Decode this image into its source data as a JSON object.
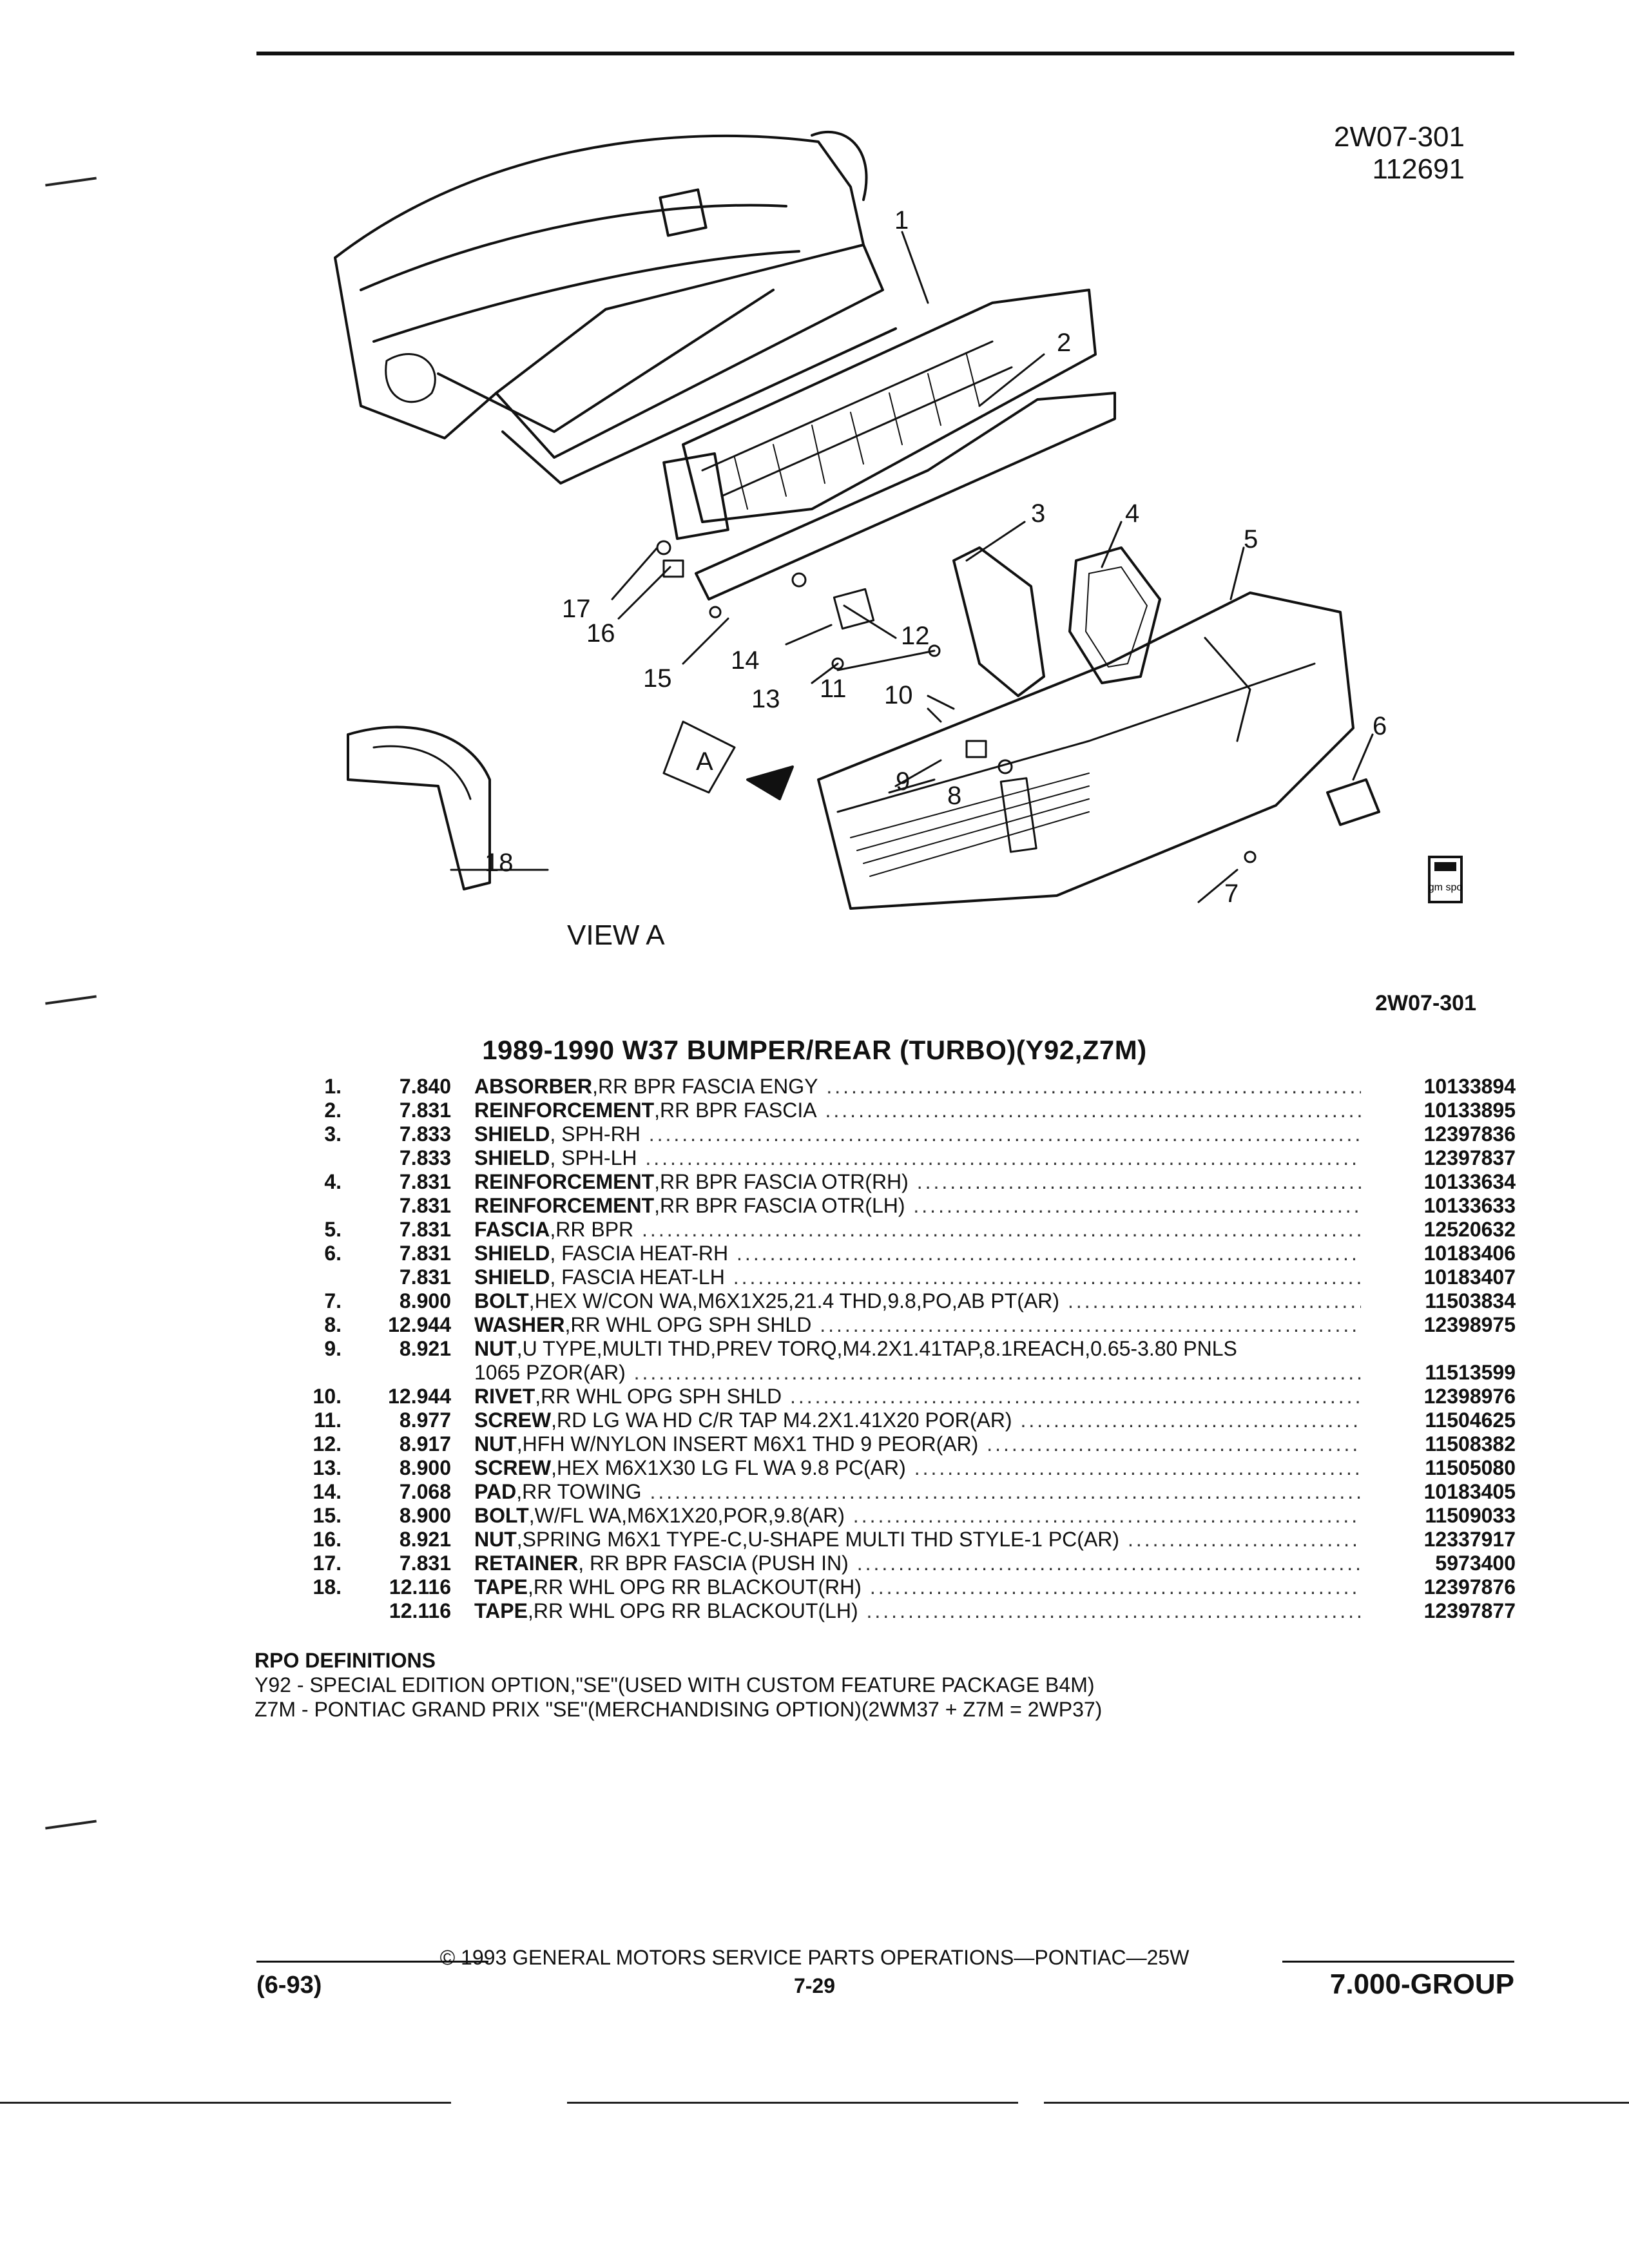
{
  "header": {
    "ref_line1": "2W07-301",
    "ref_line2": "112691"
  },
  "diagram": {
    "callouts": [
      "1",
      "2",
      "3",
      "4",
      "5",
      "6",
      "7",
      "8",
      "9",
      "10",
      "11",
      "12",
      "13",
      "14",
      "15",
      "16",
      "17",
      "18"
    ],
    "view_label": "VIEW A",
    "view_marker": "A",
    "badge": "gm spo",
    "ref": "2W07-301"
  },
  "title": "1989-1990 W37 BUMPER/REAR (TURBO)(Y92,Z7M)",
  "parts": [
    {
      "num": "1.",
      "grp": "7.840",
      "name": "ABSORBER",
      "desc": ",RR BPR FASCIA ENGY",
      "pn": "10133894"
    },
    {
      "num": "2.",
      "grp": "7.831",
      "name": "REINFORCEMENT",
      "desc": ",RR BPR FASCIA",
      "pn": "10133895"
    },
    {
      "num": "3.",
      "grp": "7.833",
      "name": "SHIELD",
      "desc": ", SPH-RH",
      "pn": "12397836"
    },
    {
      "num": "",
      "grp": "7.833",
      "name": "SHIELD",
      "desc": ", SPH-LH",
      "pn": "12397837"
    },
    {
      "num": "4.",
      "grp": "7.831",
      "name": "REINFORCEMENT",
      "desc": ",RR BPR FASCIA OTR(RH)",
      "pn": "10133634"
    },
    {
      "num": "",
      "grp": "7.831",
      "name": "REINFORCEMENT",
      "desc": ",RR BPR FASCIA OTR(LH)",
      "pn": "10133633"
    },
    {
      "num": "5.",
      "grp": "7.831",
      "name": "FASCIA",
      "desc": ",RR BPR",
      "pn": "12520632"
    },
    {
      "num": "6.",
      "grp": "7.831",
      "name": "SHIELD",
      "desc": ", FASCIA HEAT-RH",
      "pn": "10183406"
    },
    {
      "num": "",
      "grp": "7.831",
      "name": "SHIELD",
      "desc": ", FASCIA HEAT-LH",
      "pn": "10183407"
    },
    {
      "num": "7.",
      "grp": "8.900",
      "name": "BOLT",
      "desc": ",HEX W/CON WA,M6X1X25,21.4 THD,9.8,PO,AB PT(AR)",
      "pn": "11503834"
    },
    {
      "num": "8.",
      "grp": "12.944",
      "name": "WASHER",
      "desc": ",RR WHL OPG SPH SHLD",
      "pn": "12398975"
    },
    {
      "num": "9.",
      "grp": "8.921",
      "name": "NUT",
      "desc": ",U TYPE,MULTI THD,PREV TORQ,M4.2X1.41TAP,8.1REACH,0.65-3.80 PNLS",
      "pn": ""
    },
    {
      "num": "",
      "grp": "",
      "name": "",
      "desc": "1065 PZOR(AR)",
      "pn": "11513599"
    },
    {
      "num": "10.",
      "grp": "12.944",
      "name": "RIVET",
      "desc": ",RR WHL OPG SPH SHLD",
      "pn": "12398976"
    },
    {
      "num": "11.",
      "grp": "8.977",
      "name": "SCREW",
      "desc": ",RD LG WA HD C/R TAP M4.2X1.41X20 POR(AR)",
      "pn": "11504625"
    },
    {
      "num": "12.",
      "grp": "8.917",
      "name": "NUT",
      "desc": ",HFH W/NYLON INSERT M6X1 THD 9 PEOR(AR)",
      "pn": "11508382"
    },
    {
      "num": "13.",
      "grp": "8.900",
      "name": "SCREW",
      "desc": ",HEX M6X1X30 LG FL WA 9.8 PC(AR)",
      "pn": "11505080"
    },
    {
      "num": "14.",
      "grp": "7.068",
      "name": "PAD",
      "desc": ",RR TOWING",
      "pn": "10183405"
    },
    {
      "num": "15.",
      "grp": "8.900",
      "name": "BOLT",
      "desc": ",W/FL WA,M6X1X20,POR,9.8(AR)",
      "pn": "11509033"
    },
    {
      "num": "16.",
      "grp": "8.921",
      "name": "NUT",
      "desc": ",SPRING M6X1 TYPE-C,U-SHAPE MULTI THD STYLE-1 PC(AR)",
      "pn": "12337917"
    },
    {
      "num": "17.",
      "grp": "7.831",
      "name": "RETAINER",
      "desc": ", RR BPR FASCIA (PUSH IN)",
      "pn": "5973400"
    },
    {
      "num": "18.",
      "grp": "12.116",
      "name": "TAPE",
      "desc": ",RR WHL OPG RR BLACKOUT(RH)",
      "pn": "12397876"
    },
    {
      "num": "",
      "grp": "12.116",
      "name": "TAPE",
      "desc": ",RR WHL OPG RR BLACKOUT(LH)",
      "pn": "12397877"
    }
  ],
  "rpo": {
    "heading": "RPO DEFINITIONS",
    "lines": [
      "Y92 - SPECIAL EDITION OPTION,\"SE\"(USED WITH CUSTOM FEATURE PACKAGE B4M)",
      "Z7M - PONTIAC GRAND PRIX \"SE\"(MERCHANDISING OPTION)(2WM37 + Z7M = 2WP37)"
    ]
  },
  "footer": {
    "copyright": "© 1993 GENERAL MOTORS SERVICE PARTS OPERATIONS—PONTIAC—25W",
    "left": "(6-93)",
    "center": "7-29",
    "right": "7.000-GROUP"
  }
}
